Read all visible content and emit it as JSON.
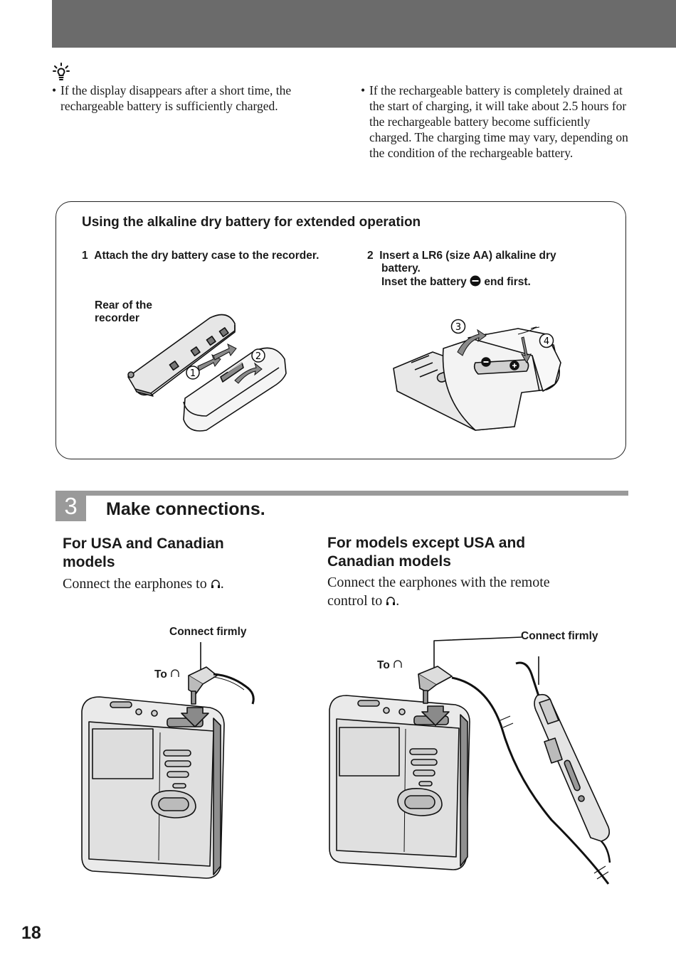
{
  "tips": {
    "left": "If the display disappears after a short time, the rechargeable battery is sufficiently charged.",
    "right": "If the rechargeable battery is completely drained at the start of charging, it will take about 2.5 hours for the rechargeable battery become sufficiently charged. The charging time may vary, depending on the condition of the rechargeable battery.",
    "bullet": "•"
  },
  "alkaline_box": {
    "title": "Using the alkaline dry battery for extended operation",
    "step1": {
      "num": "1",
      "text": "Attach the dry battery case to the recorder."
    },
    "step2": {
      "num": "2",
      "line1": "Insert a LR6 (size AA) alkaline dry",
      "line2": "battery.",
      "line3_pre": "Inset the battery",
      "line3_post": "end first."
    },
    "rear_label_1": "Rear of the",
    "rear_label_2": "recorder",
    "circled": {
      "one": "1",
      "two": "2",
      "three": "3",
      "four": "4"
    }
  },
  "section": {
    "number": "3",
    "title": "Make connections.",
    "left": {
      "heading_1": "For USA and Canadian",
      "heading_2": "models",
      "body_pre": "Connect the earphones to",
      "body_post": "."
    },
    "right": {
      "heading_1": "For models except USA and",
      "heading_2": "Canadian models",
      "body_1": "Connect the earphones with the remote",
      "body_2_pre": "control to",
      "body_2_post": "."
    },
    "fig_left": {
      "connect_label": "Connect firmly",
      "to_label": "To"
    },
    "fig_right": {
      "connect_label": "Connect firmly",
      "to_label": "To"
    }
  },
  "page_number": "18"
}
